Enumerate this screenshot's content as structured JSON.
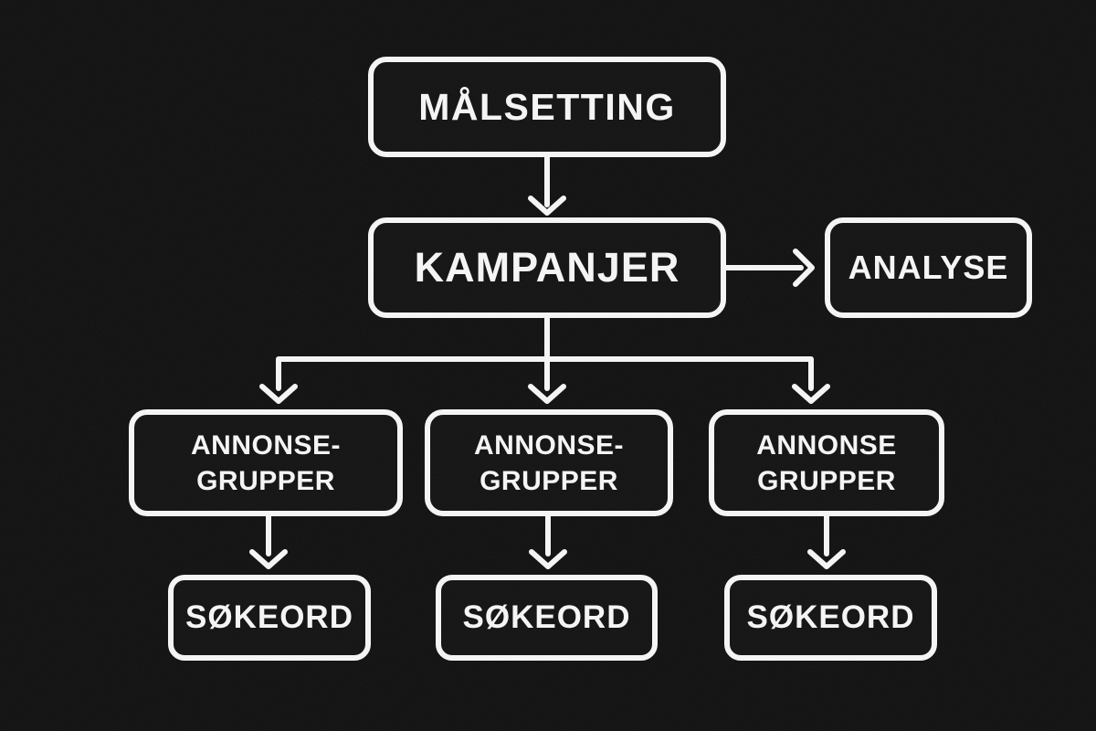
{
  "diagram": {
    "type": "flowchart",
    "language": "Norwegian",
    "colors": {
      "background": "#0b0b0c",
      "node_fill": "#0d0d0e",
      "stroke_and_text": "#f4f4f4"
    },
    "nodes": {
      "malsetting": {
        "label": "MÅLSETTING"
      },
      "kampanjer": {
        "label": "KAMPANJER"
      },
      "analyse": {
        "label": "ANALYSE"
      },
      "annonsegrupper_1": {
        "label_line1": "ANNONSE-",
        "label_line2": "GRUPPER"
      },
      "annonsegrupper_2": {
        "label_line1": "ANNONSE-",
        "label_line2": "GRUPPER"
      },
      "annonsegrupper_3": {
        "label_line1": "ANNONSE",
        "label_line2": "GRUPPER"
      },
      "sokeord_1": {
        "label": "SØKEORD"
      },
      "sokeord_2": {
        "label": "SØKEORD"
      },
      "sokeord_3": {
        "label": "SØKEORD"
      }
    },
    "edges": [
      {
        "from": "malsetting",
        "to": "kampanjer"
      },
      {
        "from": "kampanjer",
        "to": "analyse"
      },
      {
        "from": "kampanjer",
        "to": "annonsegrupper_1"
      },
      {
        "from": "kampanjer",
        "to": "annonsegrupper_2"
      },
      {
        "from": "kampanjer",
        "to": "annonsegrupper_3"
      },
      {
        "from": "annonsegrupper_1",
        "to": "sokeord_1"
      },
      {
        "from": "annonsegrupper_2",
        "to": "sokeord_2"
      },
      {
        "from": "annonsegrupper_3",
        "to": "sokeord_3"
      }
    ]
  }
}
